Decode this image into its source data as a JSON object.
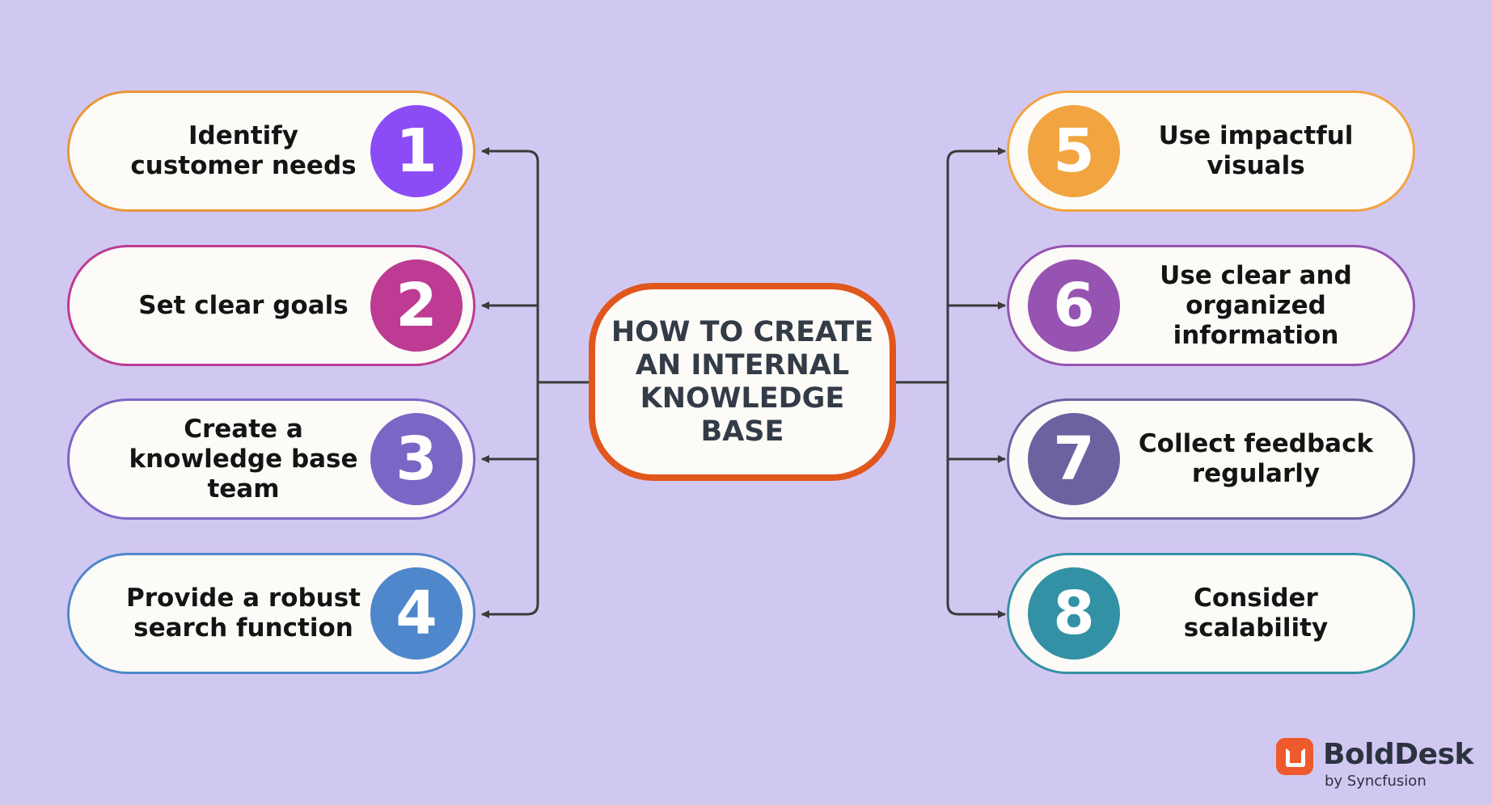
{
  "center": {
    "title": "HOW TO CREATE\nAN INTERNAL\nKNOWLEDGE\nBASE",
    "border_color": "#e1561d"
  },
  "steps": [
    {
      "number": "1",
      "label": "Identify\ncustomer needs",
      "color": "#8b4cf6",
      "border_color": "#e9963a"
    },
    {
      "number": "2",
      "label": "Set clear goals",
      "color": "#bd3b92",
      "border_color": "#bd3b92"
    },
    {
      "number": "3",
      "label": "Create a\nknowledge base\nteam",
      "color": "#7b66c6",
      "border_color": "#7b66c6"
    },
    {
      "number": "4",
      "label": "Provide a robust\nsearch function",
      "color": "#4e87cb",
      "border_color": "#4e87cb"
    },
    {
      "number": "5",
      "label": "Use impactful\nvisuals",
      "color": "#f1a43f",
      "border_color": "#f1a43f"
    },
    {
      "number": "6",
      "label": "Use clear and\norganized\ninformation",
      "color": "#9653b1",
      "border_color": "#9653b1"
    },
    {
      "number": "7",
      "label": "Collect feedback\nregularly",
      "color": "#6d61a0",
      "border_color": "#6d61a0"
    },
    {
      "number": "8",
      "label": "Consider\nscalability",
      "color": "#3391a5",
      "border_color": "#3391a5"
    }
  ],
  "brand": {
    "name": "BoldDesk",
    "byline": "by Syncfusion",
    "color": "#ee5a2c"
  },
  "connector_color": "#3a3a3a"
}
